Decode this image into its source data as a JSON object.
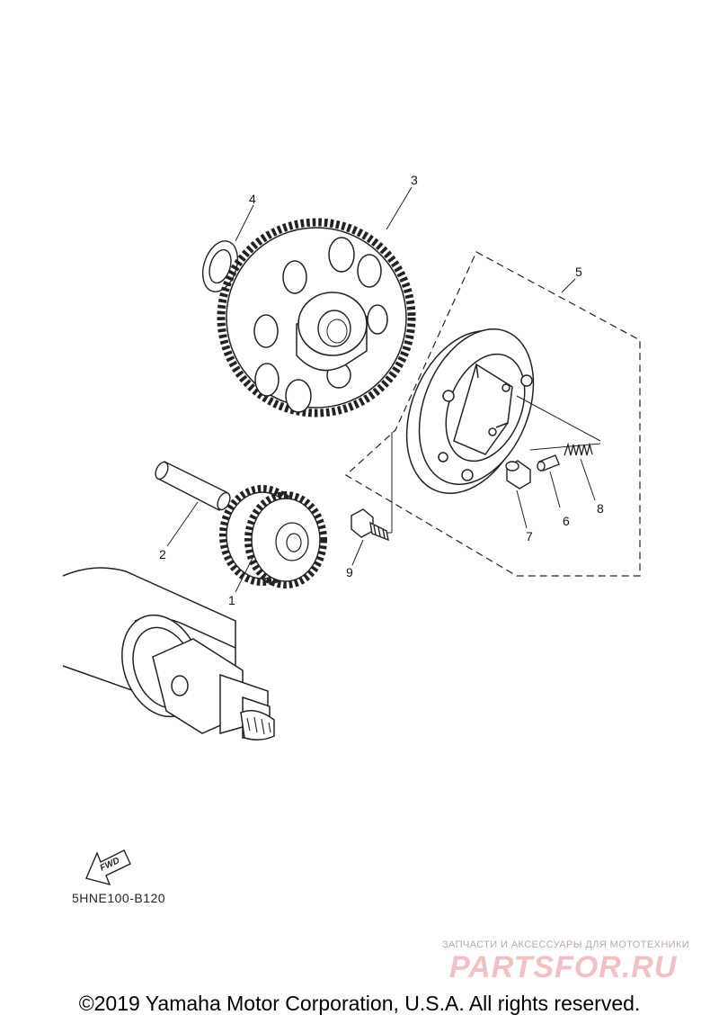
{
  "diagram": {
    "callouts": [
      "1",
      "2",
      "3",
      "4",
      "5",
      "6",
      "7",
      "8",
      "9"
    ],
    "fwd_label": "FWD",
    "part_code": "5HNE100-B120"
  },
  "watermark": {
    "tagline": "ЗАПЧАСТИ И АКСЕССУАРЫ ДЛЯ МОТОТЕХНИКИ",
    "logo": "PARTSFOR.RU"
  },
  "footer": {
    "copyright": "©2019 Yamaha Motor Corporation, U.S.A. All rights reserved."
  }
}
